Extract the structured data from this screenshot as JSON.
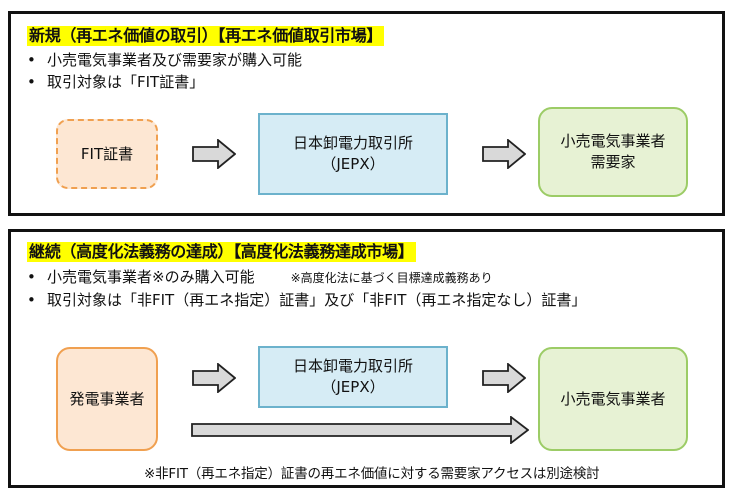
{
  "panel1": {
    "heading": "新規（再エネ価値の取引）【再エネ価値取引市場】",
    "bullets": [
      "小売電気事業者及び需要家が購入可能",
      "取引対象は「FIT証書」"
    ],
    "flow": {
      "source_box": "FIT証書",
      "market_box_line1": "日本卸電力取引所",
      "market_box_line2": "（JEPX）",
      "buyer_box_line1": "小売電気事業者",
      "buyer_box_line2": "需要家"
    }
  },
  "panel2": {
    "heading": "継続（高度化法義務の達成）【高度化法義務達成市場】",
    "bullets": {
      "b1_main": "小売電気事業者※のみ購入可能",
      "b1_note": "※高度化法に基づく目標達成義務あり",
      "b2": "取引対象は「非FIT（再エネ指定）証書」及び「非FIT（再エネ指定なし）証書」"
    },
    "flow": {
      "source_box": "発電事業者",
      "market_box_line1": "日本卸電力取引所",
      "market_box_line2": "（JEPX）",
      "buyer_box": "小売電気事業者"
    },
    "footnote": "※非FIT（再エネ指定）証書の再エネ価値に対する需要家アクセスは別途検討"
  },
  "colors": {
    "heading_highlight": "#ffff00",
    "orange_fill": "#fde7d3",
    "orange_border": "#f0a050",
    "blue_fill": "#d6ecf5",
    "blue_border": "#6cb2cc",
    "green_fill": "#e7f2d4",
    "green_border": "#9ccc66",
    "arrow_fill": "#d9d9d9"
  }
}
